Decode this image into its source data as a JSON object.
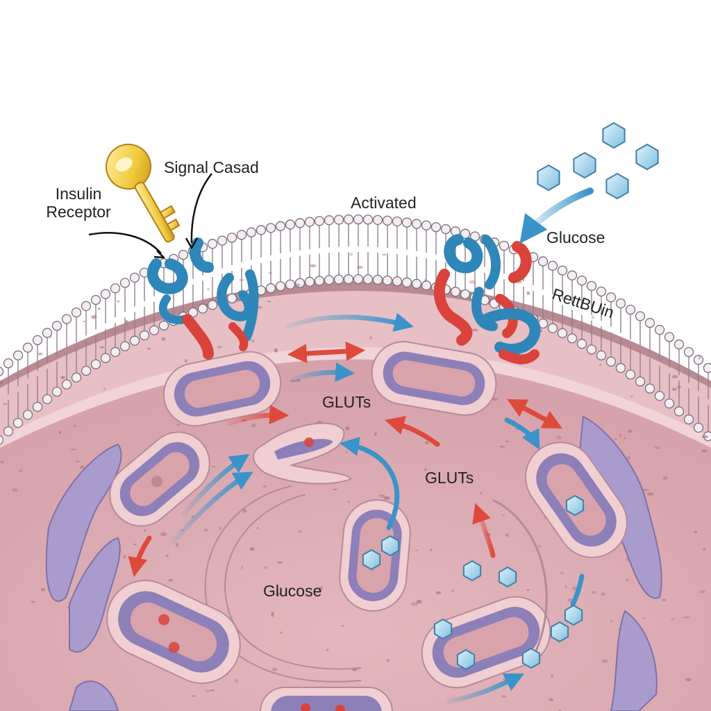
{
  "labels": {
    "insulin_receptor_line1": "Insulin",
    "insulin_receptor_line2": "Receptor",
    "signal_cascade": "Signal Casad",
    "activated": "Activated",
    "glucose_outside": "Glucose",
    "membrane": "RettBUin",
    "gluts_upper": "GLUTs",
    "gluts_lower": "GLUTs",
    "glucose_inside": "Glucose"
  },
  "colors": {
    "background": "#ffffff",
    "cytoplasm": "#e8c1c5",
    "membrane_head": "#f3eef2",
    "membrane_outline": "#7b6e7a",
    "organelle_outer": "#f0cfd3",
    "organelle_inner": "#8d7fb8",
    "lumen": "#d8a3ab",
    "receptor_blue": "#2f86b8",
    "receptor_red": "#d9433b",
    "key_gold": "#f0c93c",
    "glucose_hex": "#a8d8ee",
    "arrow_blue": "#3a93c9",
    "arrow_red": "#dd4a3c",
    "vesicle_purple": "#a99ccc"
  },
  "icons": {
    "insulin": "key-icon",
    "glucose": "hexagon-icon"
  }
}
